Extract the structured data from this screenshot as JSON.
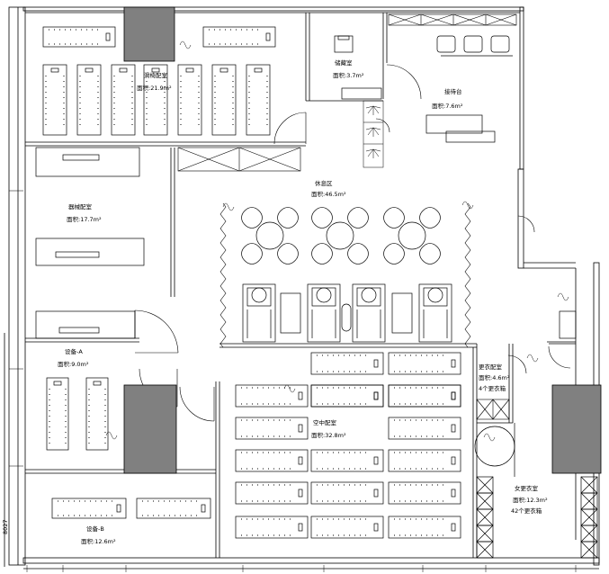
{
  "plan": {
    "side_dimension": "8027",
    "colors": {
      "line": "#000000",
      "shade": "#808080",
      "background": "#ffffff"
    },
    "rooms": {
      "top_left_room": {
        "name": "滑椅配室",
        "area": "面积:21.9m²"
      },
      "small_room": {
        "name": "储藏室",
        "area": "面积:3.7m²"
      },
      "reception": {
        "name": "接待台",
        "area": "面积:7.6m²"
      },
      "waiting_area": {
        "name": "休息区",
        "area": "面积:46.5m²"
      },
      "left_room": {
        "name": "器械配室",
        "area": "面积:17.7m²"
      },
      "room_a": {
        "name": "设备-A",
        "area": "面积:9.0m²"
      },
      "center_room": {
        "name": "空中配室",
        "area": "面积:32.8m²"
      },
      "storage_right": {
        "name": "更衣配室",
        "area": "面积:4.6m²",
        "note": "4个更衣箱"
      },
      "locker_room": {
        "name": "女更衣室",
        "area": "面积:12.3m²",
        "note": "42个更衣箱"
      },
      "room_b": {
        "name": "设备-B",
        "area": "面积:12.6m²"
      }
    }
  }
}
